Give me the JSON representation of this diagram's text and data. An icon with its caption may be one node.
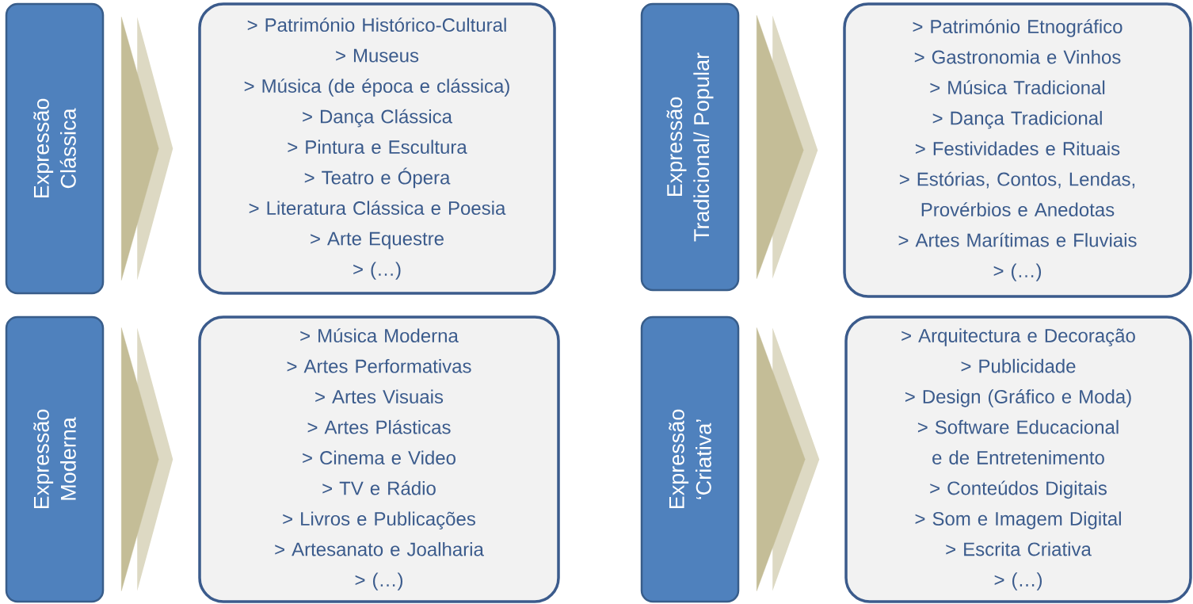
{
  "diagram": {
    "nodes": [
      {
        "text": [
          "Expressão",
          "Clássica"
        ]
      },
      {
        "text": [
          "> Património Histórico-Cultural",
          "> Museus",
          "> Música (de época e clássica)",
          "> Dança Clássica",
          "> Pintura e Escultura",
          "> Teatro e Ópera",
          "> Literatura Clássica e Poesia",
          "> Arte Equestre",
          "> (…)"
        ]
      },
      {
        "text": [
          "Expressão",
          "Tradicional/ Popular"
        ]
      },
      {
        "text": [
          "> Património Etnográfico",
          "> Gastronomia e Vinhos",
          "> Música Tradicional",
          "> Dança Tradicional",
          "> Festividades e Rituais",
          "> Estórias, Contos, Lendas, Provérbios e Anedotas",
          "> Artes Marítimas e Fluviais",
          "> (…)"
        ]
      },
      {
        "text": [
          "Expressão",
          "Moderna"
        ]
      },
      {
        "text": [
          "> Música Moderna",
          "> Artes Performativas",
          "> Artes Visuais",
          "> Artes Plásticas",
          "> Cinema e Video",
          "> TV e Rádio",
          "> Livros e Publicações",
          "> Artesanato e Joalharia",
          "> (…)"
        ]
      },
      {
        "text": [
          "Expressão",
          "‘Criativa’"
        ]
      },
      {
        "text": [
          "> Arquitectura e Decoração",
          "> Publicidade",
          "> Design (Gráfico e Moda)",
          "> Software Educacional e de Entretenimento",
          "> Conteúdos Digitais",
          "> Som e Imagem Digital",
          "> Escrita Criativa",
          "> (…)"
        ]
      }
    ],
    "edges": [
      {
        "from": 0,
        "to": 1,
        "arrow": "to"
      },
      {
        "from": 2,
        "to": 3,
        "arrow": "to"
      },
      {
        "from": 4,
        "to": 5,
        "arrow": "to"
      },
      {
        "from": 6,
        "to": 7,
        "arrow": "to"
      }
    ]
  }
}
